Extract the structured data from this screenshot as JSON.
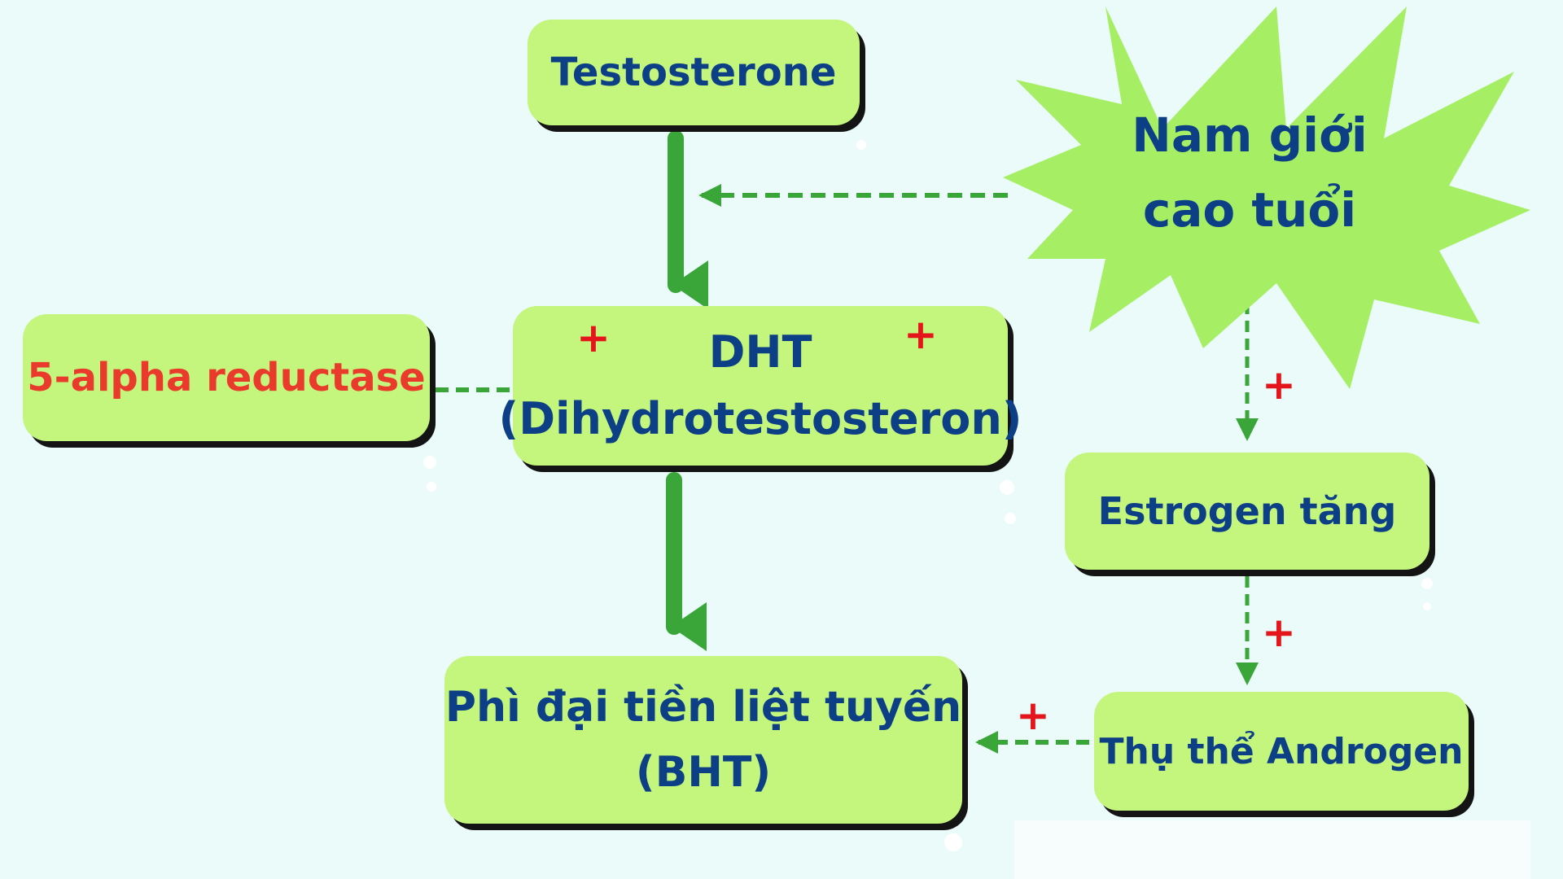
{
  "nodes": {
    "testosterone": "Testosterone",
    "dht": {
      "line1": "DHT",
      "line2": "(Dihydrotestosteron)"
    },
    "enzyme": "5-alpha reductase",
    "bph": {
      "line1": "Phì đại tiền liệt tuyến",
      "line2": "(BHT)"
    },
    "aging": {
      "line1": "Nam giới",
      "line2": "cao tuổi"
    },
    "estrogen": "Estrogen tăng",
    "receptor": "Thụ thể Androgen"
  },
  "signs": {
    "plus": "+"
  },
  "colors": {
    "background": "#eafbf9",
    "node_fill": "#c4f57d",
    "node_shadow": "#141414",
    "star_fill": "#a6ee64",
    "text_blue": "#0c3f86",
    "text_red": "#e4161b",
    "arrow_green": "#3aa63a"
  }
}
